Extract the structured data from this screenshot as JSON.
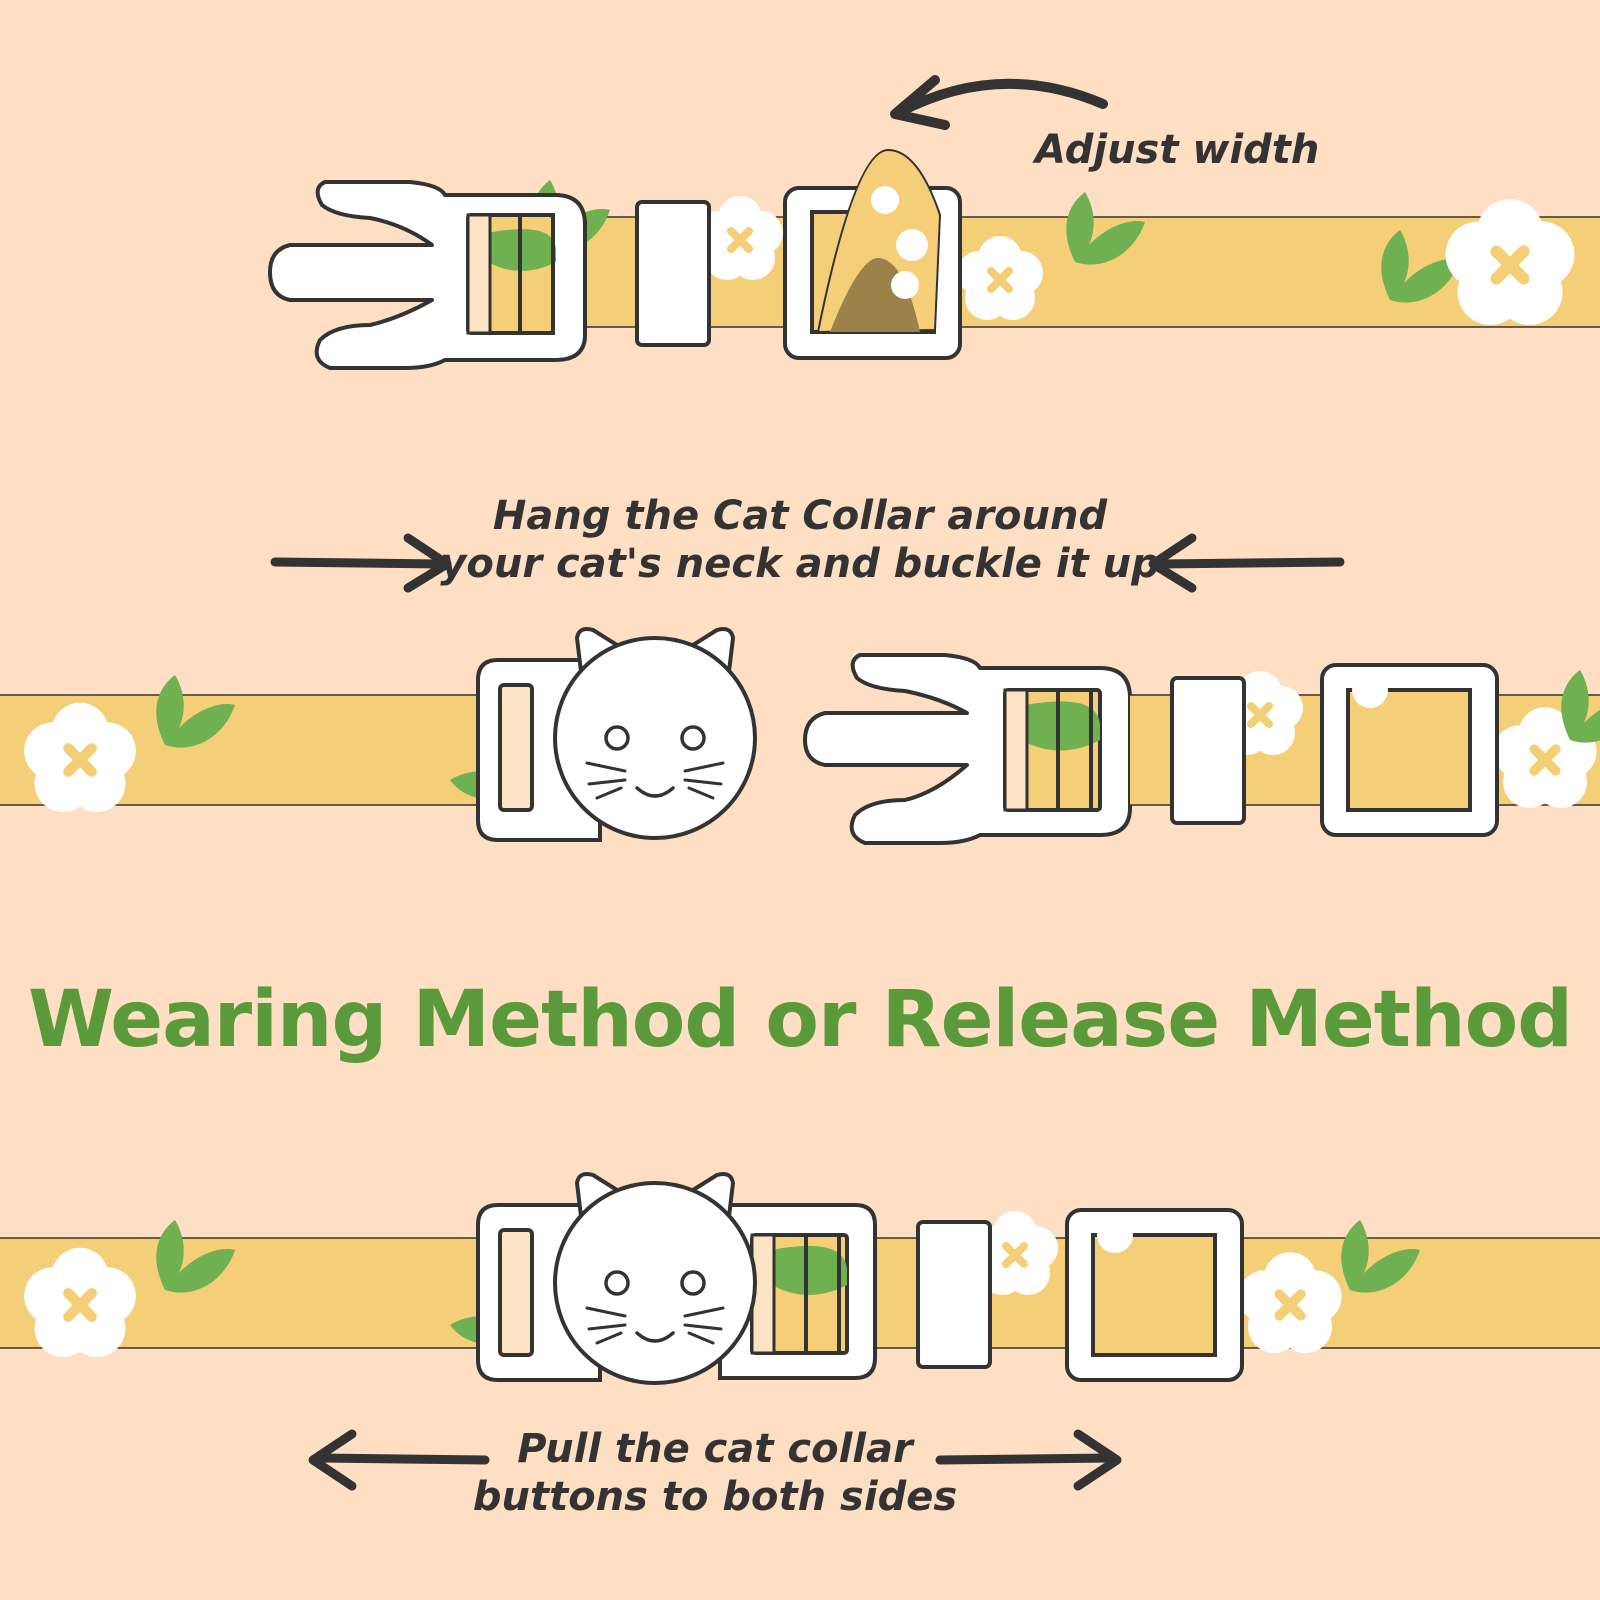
{
  "captions": {
    "adjust": "Adjust width",
    "hang_line1": "Hang the Cat Collar around",
    "hang_line2": "your cat's neck and buckle it up",
    "pull_line1": "Pull the cat collar",
    "pull_line2": "buttons to both sides"
  },
  "title": "Wearing Method or Release Method",
  "colors": {
    "background": "#FFDFC3",
    "strap": "#F4CF78",
    "title": "#5A9A3A",
    "outline": "#333333",
    "leaf": "#6FB150"
  }
}
